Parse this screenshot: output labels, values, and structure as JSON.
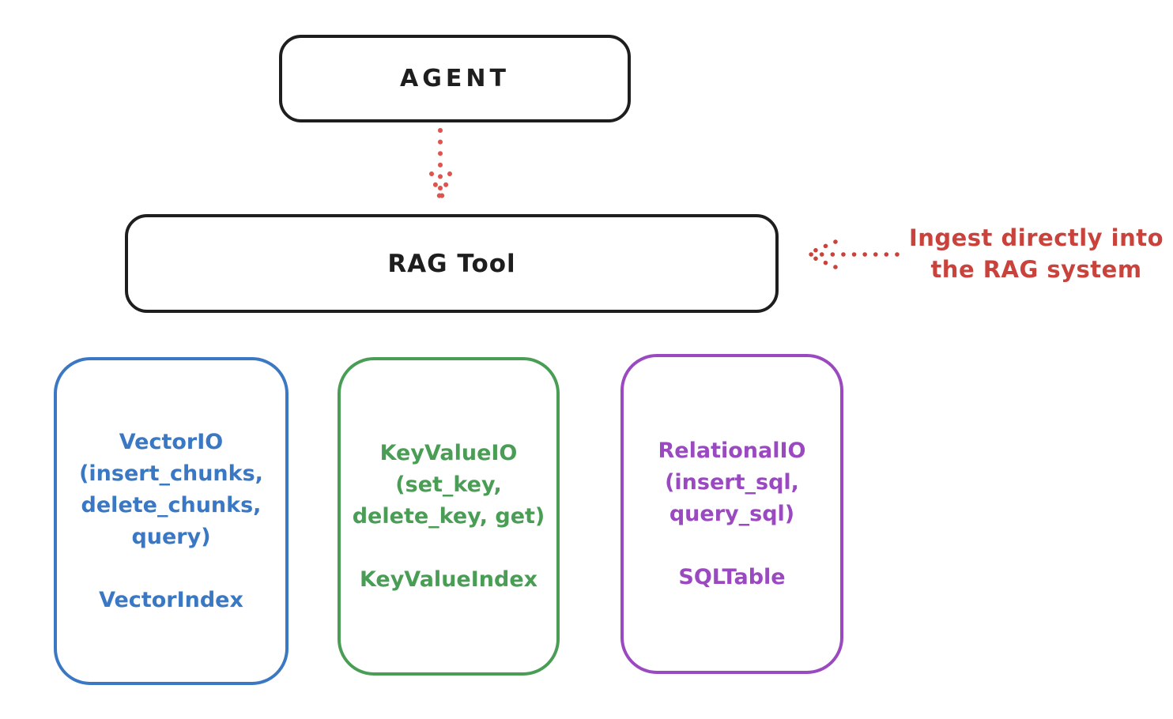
{
  "diagram": {
    "background": "#ffffff",
    "stroke_color": "#1e1e1e"
  },
  "nodes": {
    "agent": {
      "label": "AGENT"
    },
    "rag_tool": {
      "label": "RAG Tool"
    }
  },
  "connectors": {
    "agent_to_rag": {
      "style": "dotted",
      "direction": "down",
      "color": "#dd554e"
    },
    "annotation_to_rag": {
      "style": "dotted",
      "direction": "left",
      "color": "#c9423c"
    }
  },
  "annotation": {
    "line1": "Ingest directly into",
    "line2": "the RAG system",
    "color": "#c9423c"
  },
  "backends": [
    {
      "title": "VectorIO",
      "methods": [
        "(insert_chunks,",
        "delete_chunks,",
        "query)"
      ],
      "index_label": "VectorIndex",
      "color": "#3b78c3"
    },
    {
      "title": "KeyValueIO",
      "methods": [
        "(set_key,",
        "delete_key, get)"
      ],
      "index_label": "KeyValueIndex",
      "color": "#4a9d55"
    },
    {
      "title": "RelationalIO",
      "methods": [
        "(insert_sql,",
        "query_sql)"
      ],
      "index_label": "SQLTable",
      "color": "#9a49c1"
    }
  ]
}
